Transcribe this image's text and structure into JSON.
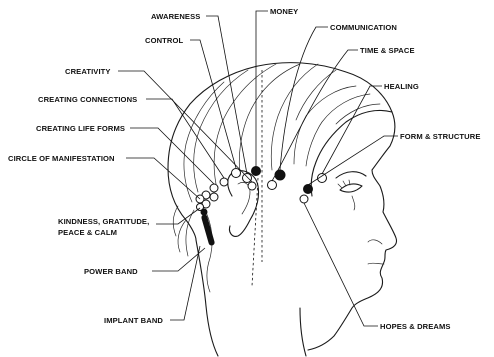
{
  "labels": {
    "awareness": "AWARENESS",
    "money": "MONEY",
    "control": "CONTROL",
    "communication": "COMMUNICATION",
    "time_space": "TIME & SPACE",
    "creativity": "CREATIVITY",
    "healing": "HEALING",
    "creating_connections": "CREATING CONNECTIONS",
    "creating_life_forms": "CREATING LIFE FORMS",
    "form_structure": "FORM & STRUCTURE",
    "circle_manifestation": "CIRCLE OF MANIFESTATION",
    "kindness_line1": "KINDNESS, GRATITUDE,",
    "kindness_line2": "PEACE & CALM",
    "power_band": "POWER BAND",
    "implant_band": "IMPLANT BAND",
    "hopes_dreams": "HOPES & DREAMS"
  }
}
